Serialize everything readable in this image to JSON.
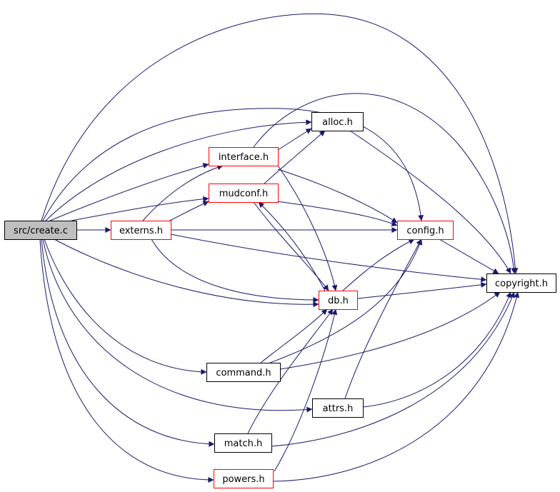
{
  "colors": {
    "edge": "#191970",
    "root_fill": "#bfbfbf",
    "root_border": "#000000",
    "expanded_border": "#ff0000",
    "leaf_border": "#000000",
    "node_fill": "#ffffff"
  },
  "nodes": [
    {
      "id": "create",
      "label": "src/create.c",
      "style": "root"
    },
    {
      "id": "externs",
      "label": "externs.h",
      "style": "expanded"
    },
    {
      "id": "interface",
      "label": "interface.h",
      "style": "expanded"
    },
    {
      "id": "mudconf",
      "label": "mudconf.h",
      "style": "expanded"
    },
    {
      "id": "alloc",
      "label": "alloc.h",
      "style": "leaf"
    },
    {
      "id": "config",
      "label": "config.h",
      "style": "expanded"
    },
    {
      "id": "db",
      "label": "db.h",
      "style": "expanded"
    },
    {
      "id": "copyright",
      "label": "copyright.h",
      "style": "leaf"
    },
    {
      "id": "command",
      "label": "command.h",
      "style": "leaf"
    },
    {
      "id": "attrs",
      "label": "attrs.h",
      "style": "leaf"
    },
    {
      "id": "match",
      "label": "match.h",
      "style": "leaf"
    },
    {
      "id": "powers",
      "label": "powers.h",
      "style": "expanded"
    }
  ],
  "edges": [
    {
      "from": "create",
      "to": "copyright"
    },
    {
      "from": "create",
      "to": "config"
    },
    {
      "from": "create",
      "to": "alloc"
    },
    {
      "from": "create",
      "to": "interface"
    },
    {
      "from": "create",
      "to": "mudconf"
    },
    {
      "from": "create",
      "to": "externs"
    },
    {
      "from": "create",
      "to": "db"
    },
    {
      "from": "create",
      "to": "command"
    },
    {
      "from": "create",
      "to": "attrs"
    },
    {
      "from": "create",
      "to": "match"
    },
    {
      "from": "create",
      "to": "powers"
    },
    {
      "from": "interface",
      "to": "alloc"
    },
    {
      "from": "interface",
      "to": "config"
    },
    {
      "from": "interface",
      "to": "db"
    },
    {
      "from": "interface",
      "to": "copyright"
    },
    {
      "from": "mudconf",
      "to": "alloc"
    },
    {
      "from": "mudconf",
      "to": "config"
    },
    {
      "from": "mudconf",
      "to": "db"
    },
    {
      "from": "externs",
      "to": "interface"
    },
    {
      "from": "externs",
      "to": "mudconf"
    },
    {
      "from": "externs",
      "to": "config"
    },
    {
      "from": "externs",
      "to": "copyright"
    },
    {
      "from": "externs",
      "to": "db"
    },
    {
      "from": "alloc",
      "to": "copyright"
    },
    {
      "from": "config",
      "to": "copyright"
    },
    {
      "from": "db",
      "to": "mudconf"
    },
    {
      "from": "db",
      "to": "config"
    },
    {
      "from": "db",
      "to": "copyright"
    },
    {
      "from": "command",
      "to": "db"
    },
    {
      "from": "command",
      "to": "config"
    },
    {
      "from": "command",
      "to": "copyright"
    },
    {
      "from": "attrs",
      "to": "config"
    },
    {
      "from": "attrs",
      "to": "copyright"
    },
    {
      "from": "match",
      "to": "db"
    },
    {
      "from": "match",
      "to": "copyright"
    },
    {
      "from": "powers",
      "to": "db"
    },
    {
      "from": "powers",
      "to": "copyright"
    }
  ]
}
